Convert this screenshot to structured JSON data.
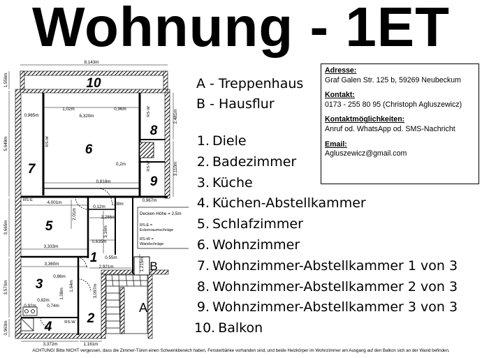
{
  "title": "Wohnung - 1ET",
  "legend_ab": [
    {
      "label": "A - Treppenhaus"
    },
    {
      "label": "B - Hausflur"
    }
  ],
  "rooms": [
    {
      "num": "1.",
      "name": "Diele"
    },
    {
      "num": "2.",
      "name": "Badezimmer"
    },
    {
      "num": "3.",
      "name": "Küche"
    },
    {
      "num": "4.",
      "name": "Küchen-Abstellkammer"
    },
    {
      "num": "5.",
      "name": "Schlafzimmer"
    },
    {
      "num": "6.",
      "name": "Wohnzimmer"
    },
    {
      "num": "7.",
      "name": "Wohnzimmer-Abstellkammer 1 von 3"
    },
    {
      "num": "8.",
      "name": "Wohnzimmer-Abstellkammer 2 von 3"
    },
    {
      "num": "9.",
      "name": "Wohnzimmer-Abstellkammer 3 von 3"
    },
    {
      "num": "10.",
      "name": "Balkon"
    }
  ],
  "contact": {
    "address_label": "Adresse:",
    "address": "Graf Galen Str. 125 b, 59269 Neubeckum",
    "contact_label": "Kontakt:",
    "phone": "0173 - 255 80 95  (Christoph Agluszewicz)",
    "options_label": "Kontaktmöglichkeiten:",
    "options": "Anruf od. WhatsApp od. SMS-Nachricht",
    "email_label": "Email:",
    "email": "Agluszewicz@gmail.com"
  },
  "plan": {
    "room_numbers": {
      "r10": "10",
      "r6": "6",
      "r7": "7",
      "r8": "8",
      "r9": "9",
      "r5": "5",
      "r1": "1",
      "r3": "3",
      "r2": "2",
      "r4": "4",
      "A": "A",
      "B": "B"
    },
    "dimensions": {
      "top_width": "8,143m",
      "balcony_depth": "1,556m",
      "left_height": "5,649m",
      "d0985": "0,985m",
      "d102": "1,02m",
      "d6320": "6,320m",
      "d096": "0,96m",
      "d2481": "2,481m",
      "d02": "0,2m",
      "d3110": "3,110m",
      "d0818": "0,818m",
      "d4001": "4,001m",
      "d012": "0,12m",
      "d128": "1,28m",
      "d0967": "0,967m",
      "d201": "2,01m",
      "d2286": "2,286m",
      "d316": "3,16m",
      "d3665": "3,665m",
      "d0635": "0,635m",
      "d3333": "3,333m",
      "d055": "0,55m",
      "d3360": "3,360m",
      "d2921": "2,921m",
      "d1215": "1,215m",
      "d086": "0,86m",
      "d3570": "3,570m",
      "d164": "1,64m",
      "d3097": "3,097m",
      "d082": "0,82m",
      "d108": "1,08m",
      "d092": "0,92m",
      "d074": "0,74m",
      "d0963": "0,963m",
      "d3372": "3,372m",
      "d1161": "1,161m"
    },
    "wall_labels": {
      "rsw1": "RS-W",
      "rsw2": "RS-W",
      "rsw3": "RS-W",
      "rsw4": "RS-W",
      "rse": "RS-E"
    },
    "notes": {
      "ceiling": "Decken-Höhe = 2,5m",
      "rse1": "RS-E =",
      "rse2": "Eckenraumschräge",
      "rsw1": "RS-W =",
      "rsw2": "Wandschräge"
    }
  },
  "footer": "ACHTUNG! Bitte NICHT vergessen, dass die Zimmer-Türen einen Schwenkbereich haben, Fensterbänke vorhanden sind, und beide Heizkörper im Wohnzimmer am Ausgang auf den Balkon sich an der Wand befinden."
}
